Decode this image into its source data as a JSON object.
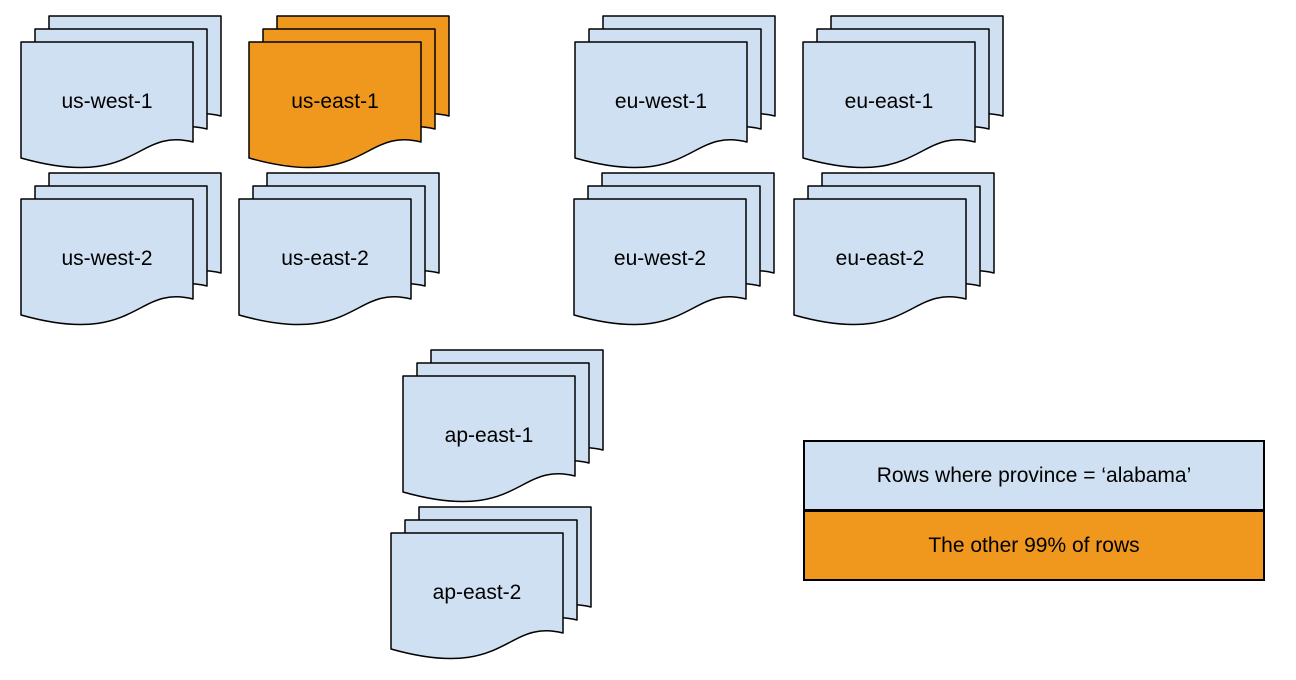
{
  "colors": {
    "doc_blue": "#cfe0f2",
    "doc_orange": "#f0981e",
    "outline": "#000000"
  },
  "regions": [
    {
      "label": "us-west-1",
      "highlight": false
    },
    {
      "label": "us-east-1",
      "highlight": true
    },
    {
      "label": "eu-west-1",
      "highlight": false
    },
    {
      "label": "eu-east-1",
      "highlight": false
    },
    {
      "label": "us-west-2",
      "highlight": false
    },
    {
      "label": "us-east-2",
      "highlight": false
    },
    {
      "label": "eu-west-2",
      "highlight": false
    },
    {
      "label": "eu-east-2",
      "highlight": false
    },
    {
      "label": "ap-east-1",
      "highlight": false
    },
    {
      "label": "ap-east-2",
      "highlight": false
    }
  ],
  "legend": {
    "items": [
      {
        "label": "Rows where province = ‘alabama’",
        "color": "blue"
      },
      {
        "label": "The other 99% of rows",
        "color": "orange"
      }
    ]
  }
}
